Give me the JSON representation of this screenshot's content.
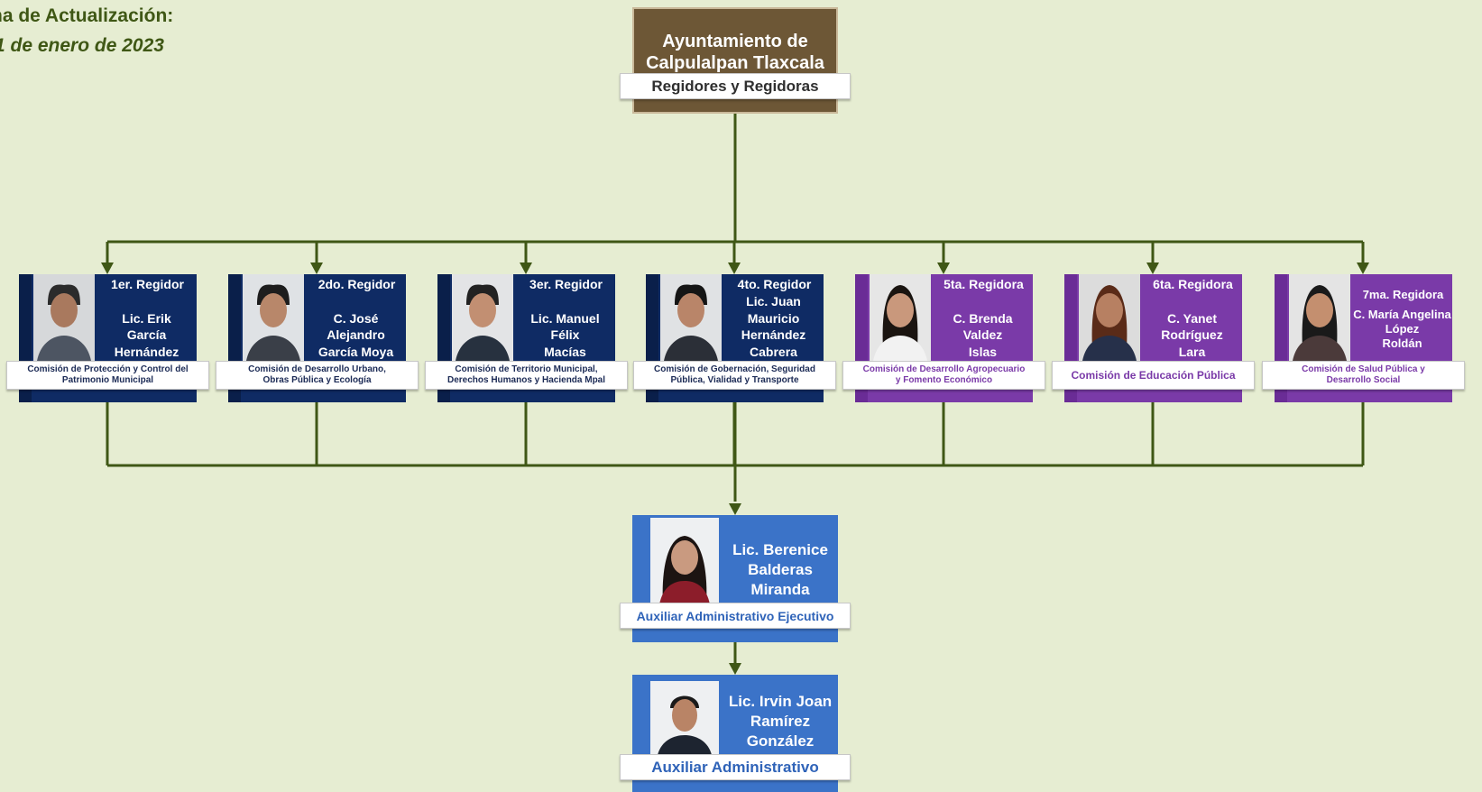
{
  "date": {
    "label": "ha de Actualización:",
    "value": "1 de enero de 2023"
  },
  "top": {
    "title_lines": [
      "Ayuntamiento de",
      "Calpulalpan Tlaxcala"
    ],
    "subtitle": "Regidores y Regidoras"
  },
  "regidores": [
    {
      "rank": "1er.  Regidor",
      "name_lines": [
        "",
        "Lic. Erik",
        "García",
        "Hernández"
      ],
      "commission_lines": [
        "Comisión de Protección y Control del",
        "Patrimonio Municipal"
      ],
      "color": "#0f2b64"
    },
    {
      "rank": "2do.  Regidor",
      "name_lines": [
        "",
        "C. José",
        "Alejandro",
        "García Moya"
      ],
      "commission_lines": [
        "Comisión de Desarrollo Urbano,",
        "Obras Pública y Ecología"
      ],
      "color": "#0f2b64"
    },
    {
      "rank": "3er.  Regidor",
      "name_lines": [
        "",
        "Lic. Manuel",
        "Félix",
        "Macías"
      ],
      "commission_lines": [
        "Comisión de Territorio Municipal,",
        "Derechos Humanos y Hacienda Mpal"
      ],
      "color": "#0f2b64"
    },
    {
      "rank": "4to.  Regidor",
      "name_lines": [
        "Lic. Juan",
        "Mauricio",
        "Hernández",
        "Cabrera"
      ],
      "commission_lines": [
        "Comisión de Gobernación, Seguridad",
        "Pública, Vialidad y Transporte"
      ],
      "color": "#0f2b64"
    },
    {
      "rank": "5ta.  Regidora",
      "name_lines": [
        "",
        "C. Brenda",
        "Valdez",
        "Islas"
      ],
      "commission_lines": [
        "Comisión de Desarrollo Agropecuario",
        "y Fomento Económico"
      ],
      "color": "#7a3aa8"
    },
    {
      "rank": "6ta.  Regidora",
      "name_lines": [
        "",
        "C. Yanet",
        "Rodríguez",
        "Lara"
      ],
      "commission_lines": [
        "Comisión de Educación Pública"
      ],
      "color": "#7a3aa8"
    },
    {
      "rank": "7ma.  Regidora",
      "name_lines": [
        "",
        "C. María Angelina",
        "López",
        "Roldán"
      ],
      "commission_lines": [
        "Comisión de Salud Pública y",
        "Desarrollo Social"
      ],
      "color": "#7a3aa8"
    }
  ],
  "aux_exec": {
    "name_lines": [
      "Lic. Berenice",
      "Balderas",
      "Miranda"
    ],
    "role": "Auxiliar Administrativo Ejecutivo",
    "color": "#3b73c8"
  },
  "aux": {
    "name_lines": [
      "Lic. Irvin Joan",
      "Ramírez",
      "González"
    ],
    "role": "Auxiliar Administrativo",
    "color": "#3b73c8"
  },
  "colors": {
    "background": "#e6edd2",
    "connector": "#3f5715",
    "top_box": "#6d5736",
    "male_card": "#0f2b64",
    "female_card": "#7a3aa8",
    "aux_card": "#3b73c8"
  }
}
